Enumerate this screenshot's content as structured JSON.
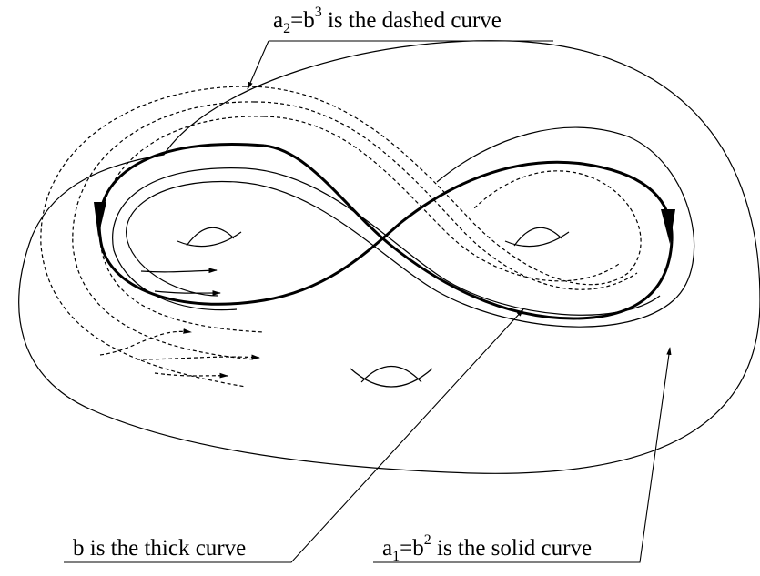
{
  "labels": {
    "dashed": {
      "base1": "a",
      "sub1": "2",
      "mid": "=b",
      "sup": "3",
      "rest": " is the dashed curve"
    },
    "solid": {
      "base1": "a",
      "sub1": "1",
      "mid": "=b",
      "sup": "2",
      "rest": " is the solid curve"
    },
    "thick": {
      "text": "b is the thick curve"
    }
  }
}
